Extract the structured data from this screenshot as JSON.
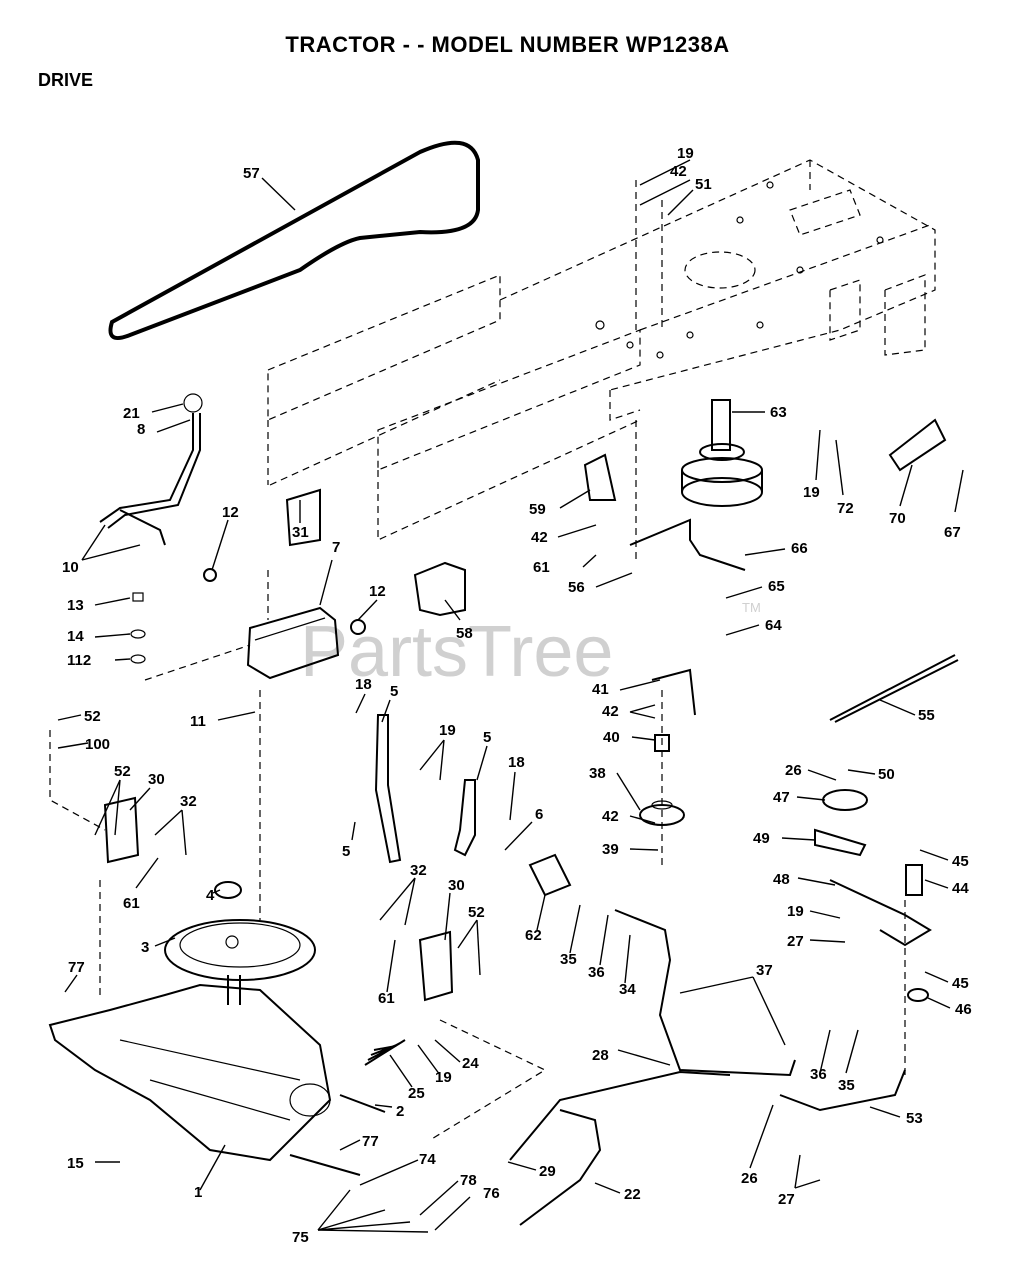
{
  "header": {
    "title": "TRACTOR - - MODEL NUMBER WP1238A",
    "section": "DRIVE"
  },
  "watermark": {
    "text": "PartsTree",
    "tm": "TM"
  },
  "callouts": [
    {
      "id": "c57",
      "text": "57"
    },
    {
      "id": "c19a",
      "text": "19"
    },
    {
      "id": "c42a",
      "text": "42"
    },
    {
      "id": "c51",
      "text": "51"
    },
    {
      "id": "c21",
      "text": "21"
    },
    {
      "id": "c8",
      "text": "8"
    },
    {
      "id": "c10",
      "text": "10"
    },
    {
      "id": "c12a",
      "text": "12"
    },
    {
      "id": "c31",
      "text": "31"
    },
    {
      "id": "c7",
      "text": "7"
    },
    {
      "id": "c12b",
      "text": "12"
    },
    {
      "id": "c13",
      "text": "13"
    },
    {
      "id": "c14",
      "text": "14"
    },
    {
      "id": "c112",
      "text": "112"
    },
    {
      "id": "c58",
      "text": "58"
    },
    {
      "id": "c63",
      "text": "63"
    },
    {
      "id": "c19b",
      "text": "19"
    },
    {
      "id": "c72",
      "text": "72"
    },
    {
      "id": "c70",
      "text": "70"
    },
    {
      "id": "c67",
      "text": "67"
    },
    {
      "id": "c59",
      "text": "59"
    },
    {
      "id": "c42b",
      "text": "42"
    },
    {
      "id": "c61a",
      "text": "61"
    },
    {
      "id": "c56",
      "text": "56"
    },
    {
      "id": "c66",
      "text": "66"
    },
    {
      "id": "c65",
      "text": "65"
    },
    {
      "id": "c64",
      "text": "64"
    },
    {
      "id": "c41",
      "text": "41"
    },
    {
      "id": "c42c",
      "text": "42"
    },
    {
      "id": "c40",
      "text": "40"
    },
    {
      "id": "c38",
      "text": "38"
    },
    {
      "id": "c42d",
      "text": "42"
    },
    {
      "id": "c39",
      "text": "39"
    },
    {
      "id": "c55",
      "text": "55"
    },
    {
      "id": "c26a",
      "text": "26"
    },
    {
      "id": "c50",
      "text": "50"
    },
    {
      "id": "c47",
      "text": "47"
    },
    {
      "id": "c49",
      "text": "49"
    },
    {
      "id": "c45a",
      "text": "45"
    },
    {
      "id": "c44",
      "text": "44"
    },
    {
      "id": "c48",
      "text": "48"
    },
    {
      "id": "c19c",
      "text": "19"
    },
    {
      "id": "c27a",
      "text": "27"
    },
    {
      "id": "c45b",
      "text": "45"
    },
    {
      "id": "c46",
      "text": "46"
    },
    {
      "id": "c52a",
      "text": "52"
    },
    {
      "id": "c100",
      "text": "100"
    },
    {
      "id": "c11",
      "text": "11"
    },
    {
      "id": "c18a",
      "text": "18"
    },
    {
      "id": "c5a",
      "text": "5"
    },
    {
      "id": "c19d",
      "text": "19"
    },
    {
      "id": "c5b",
      "text": "5"
    },
    {
      "id": "c18b",
      "text": "18"
    },
    {
      "id": "c52b",
      "text": "52"
    },
    {
      "id": "c30a",
      "text": "30"
    },
    {
      "id": "c32a",
      "text": "32"
    },
    {
      "id": "c61b",
      "text": "61"
    },
    {
      "id": "c5c",
      "text": "5"
    },
    {
      "id": "c6",
      "text": "6"
    },
    {
      "id": "c4",
      "text": "4"
    },
    {
      "id": "c3",
      "text": "3"
    },
    {
      "id": "c32b",
      "text": "32"
    },
    {
      "id": "c30b",
      "text": "30"
    },
    {
      "id": "c52c",
      "text": "52"
    },
    {
      "id": "c61c",
      "text": "61"
    },
    {
      "id": "c62",
      "text": "62"
    },
    {
      "id": "c35a",
      "text": "35"
    },
    {
      "id": "c36a",
      "text": "36"
    },
    {
      "id": "c34",
      "text": "34"
    },
    {
      "id": "c37",
      "text": "37"
    },
    {
      "id": "c77a",
      "text": "77"
    },
    {
      "id": "c24",
      "text": "24"
    },
    {
      "id": "c25",
      "text": "25"
    },
    {
      "id": "c19e",
      "text": "19"
    },
    {
      "id": "c2",
      "text": "2"
    },
    {
      "id": "c28",
      "text": "28"
    },
    {
      "id": "c36b",
      "text": "36"
    },
    {
      "id": "c35b",
      "text": "35"
    },
    {
      "id": "c53",
      "text": "53"
    },
    {
      "id": "c77b",
      "text": "77"
    },
    {
      "id": "c15",
      "text": "15"
    },
    {
      "id": "c1",
      "text": "1"
    },
    {
      "id": "c74",
      "text": "74"
    },
    {
      "id": "c29",
      "text": "29"
    },
    {
      "id": "c26b",
      "text": "26"
    },
    {
      "id": "c22",
      "text": "22"
    },
    {
      "id": "c78",
      "text": "78"
    },
    {
      "id": "c76",
      "text": "76"
    },
    {
      "id": "c27b",
      "text": "27"
    },
    {
      "id": "c75",
      "text": "75"
    }
  ]
}
